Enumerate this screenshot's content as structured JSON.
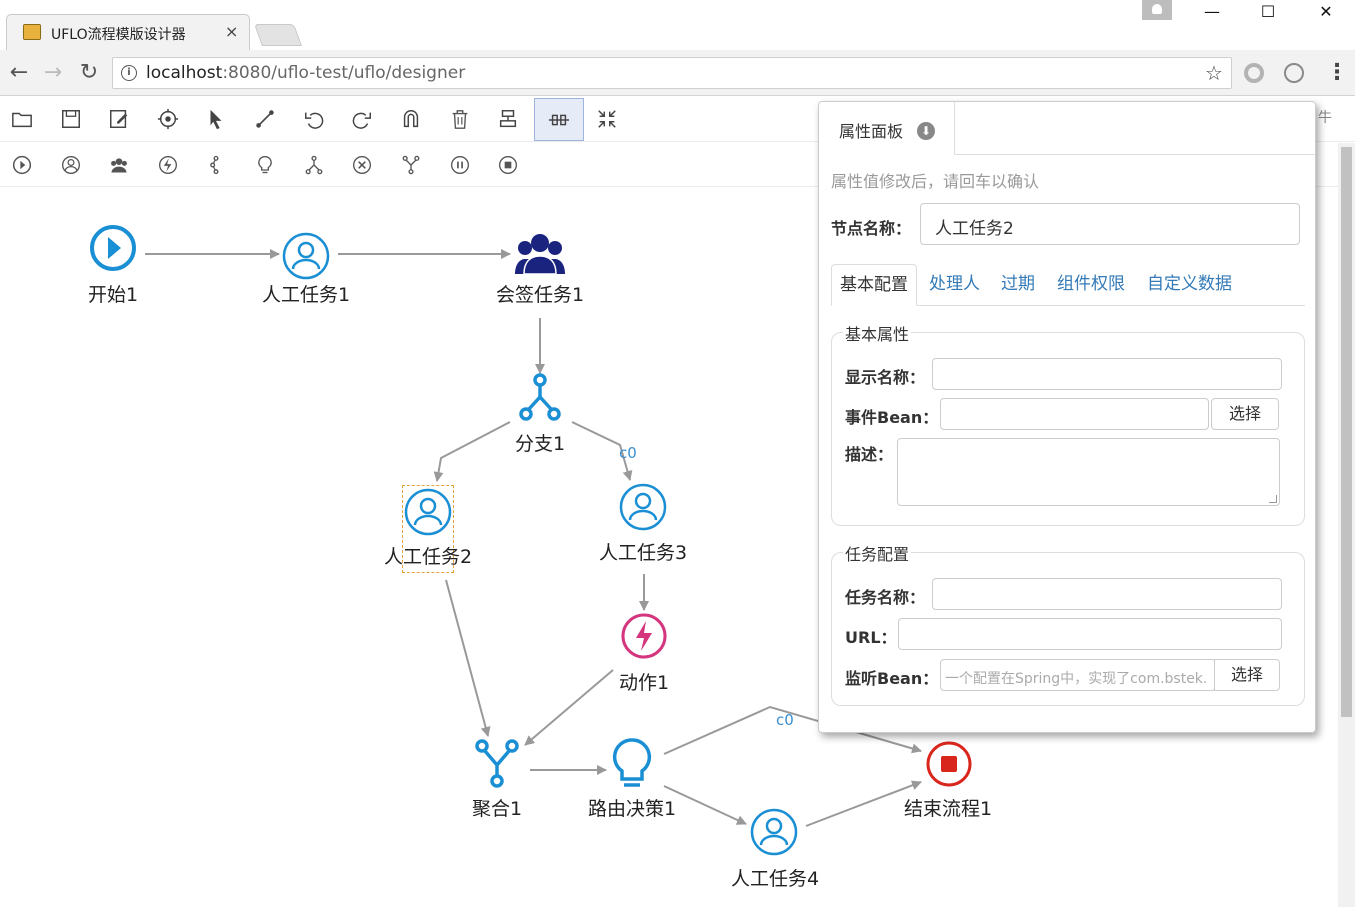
{
  "browser": {
    "tab_title": "UFLO流程模版设计器",
    "tab_close": "×",
    "url_host": "localhost",
    "url_rest": ":8080/uflo-test/uflo/designer",
    "win_min": "—",
    "win_max": "☐",
    "win_close": "✕"
  },
  "toolbar": {
    "row1_icons": [
      "open-icon",
      "save-icon",
      "save-as-icon",
      "deploy-icon",
      "select-icon",
      "connection-icon",
      "undo-icon",
      "redo-icon",
      "magnet-icon",
      "delete-icon",
      "align-icon",
      "center-align-icon",
      "collapse-icon"
    ],
    "row2_icons": [
      "start-node-icon",
      "task-node-icon",
      "countersign-node-icon",
      "action-node-icon",
      "subprocess-node-icon",
      "decision-node-icon",
      "fork-node-icon",
      "end-terminate-node-icon",
      "join-node-icon",
      "foreach-node-icon",
      "end-node-icon"
    ],
    "row1_overflow": "牛"
  },
  "flow": {
    "nodes": {
      "start1": "开始1",
      "task1": "人工任务1",
      "countersign1": "会签任务1",
      "fork1": "分支1",
      "task2": "人工任务2",
      "task3": "人工任务3",
      "action1": "动作1",
      "join1": "聚合1",
      "decision1": "路由决策1",
      "task4": "人工任务4",
      "end1": "结束流程1"
    },
    "edge_labels": {
      "fork_c0": "c0",
      "decision_c0": "c0"
    },
    "colors": {
      "node_blue": "#1a8fd4",
      "countersign": "#1a237e",
      "action": "#d4357d",
      "end": "#d9261c",
      "edge": "#999999"
    }
  },
  "panel": {
    "tab_label": "属性面板",
    "tab_icon": "download-circle-icon",
    "hint": "属性值修改后，请回车以确认",
    "node_name_label": "节点名称：",
    "node_name_value": "人工任务2",
    "subtabs": [
      "基本配置",
      "处理人",
      "过期",
      "组件权限",
      "自定义数据"
    ],
    "basic": {
      "legend": "基本属性",
      "display_name_label": "显示名称：",
      "display_name_value": "",
      "event_bean_label": "事件Bean：",
      "event_bean_value": "",
      "select_label": "选择",
      "desc_label": "描述："
    },
    "task": {
      "legend": "任务配置",
      "task_name_label": "任务名称：",
      "task_name_value": "",
      "url_label": "URL：",
      "url_value": "",
      "listener_label": "监听Bean：",
      "listener_placeholder": "一个配置在Spring中，实现了com.bstek.",
      "select_label": "选择"
    }
  }
}
